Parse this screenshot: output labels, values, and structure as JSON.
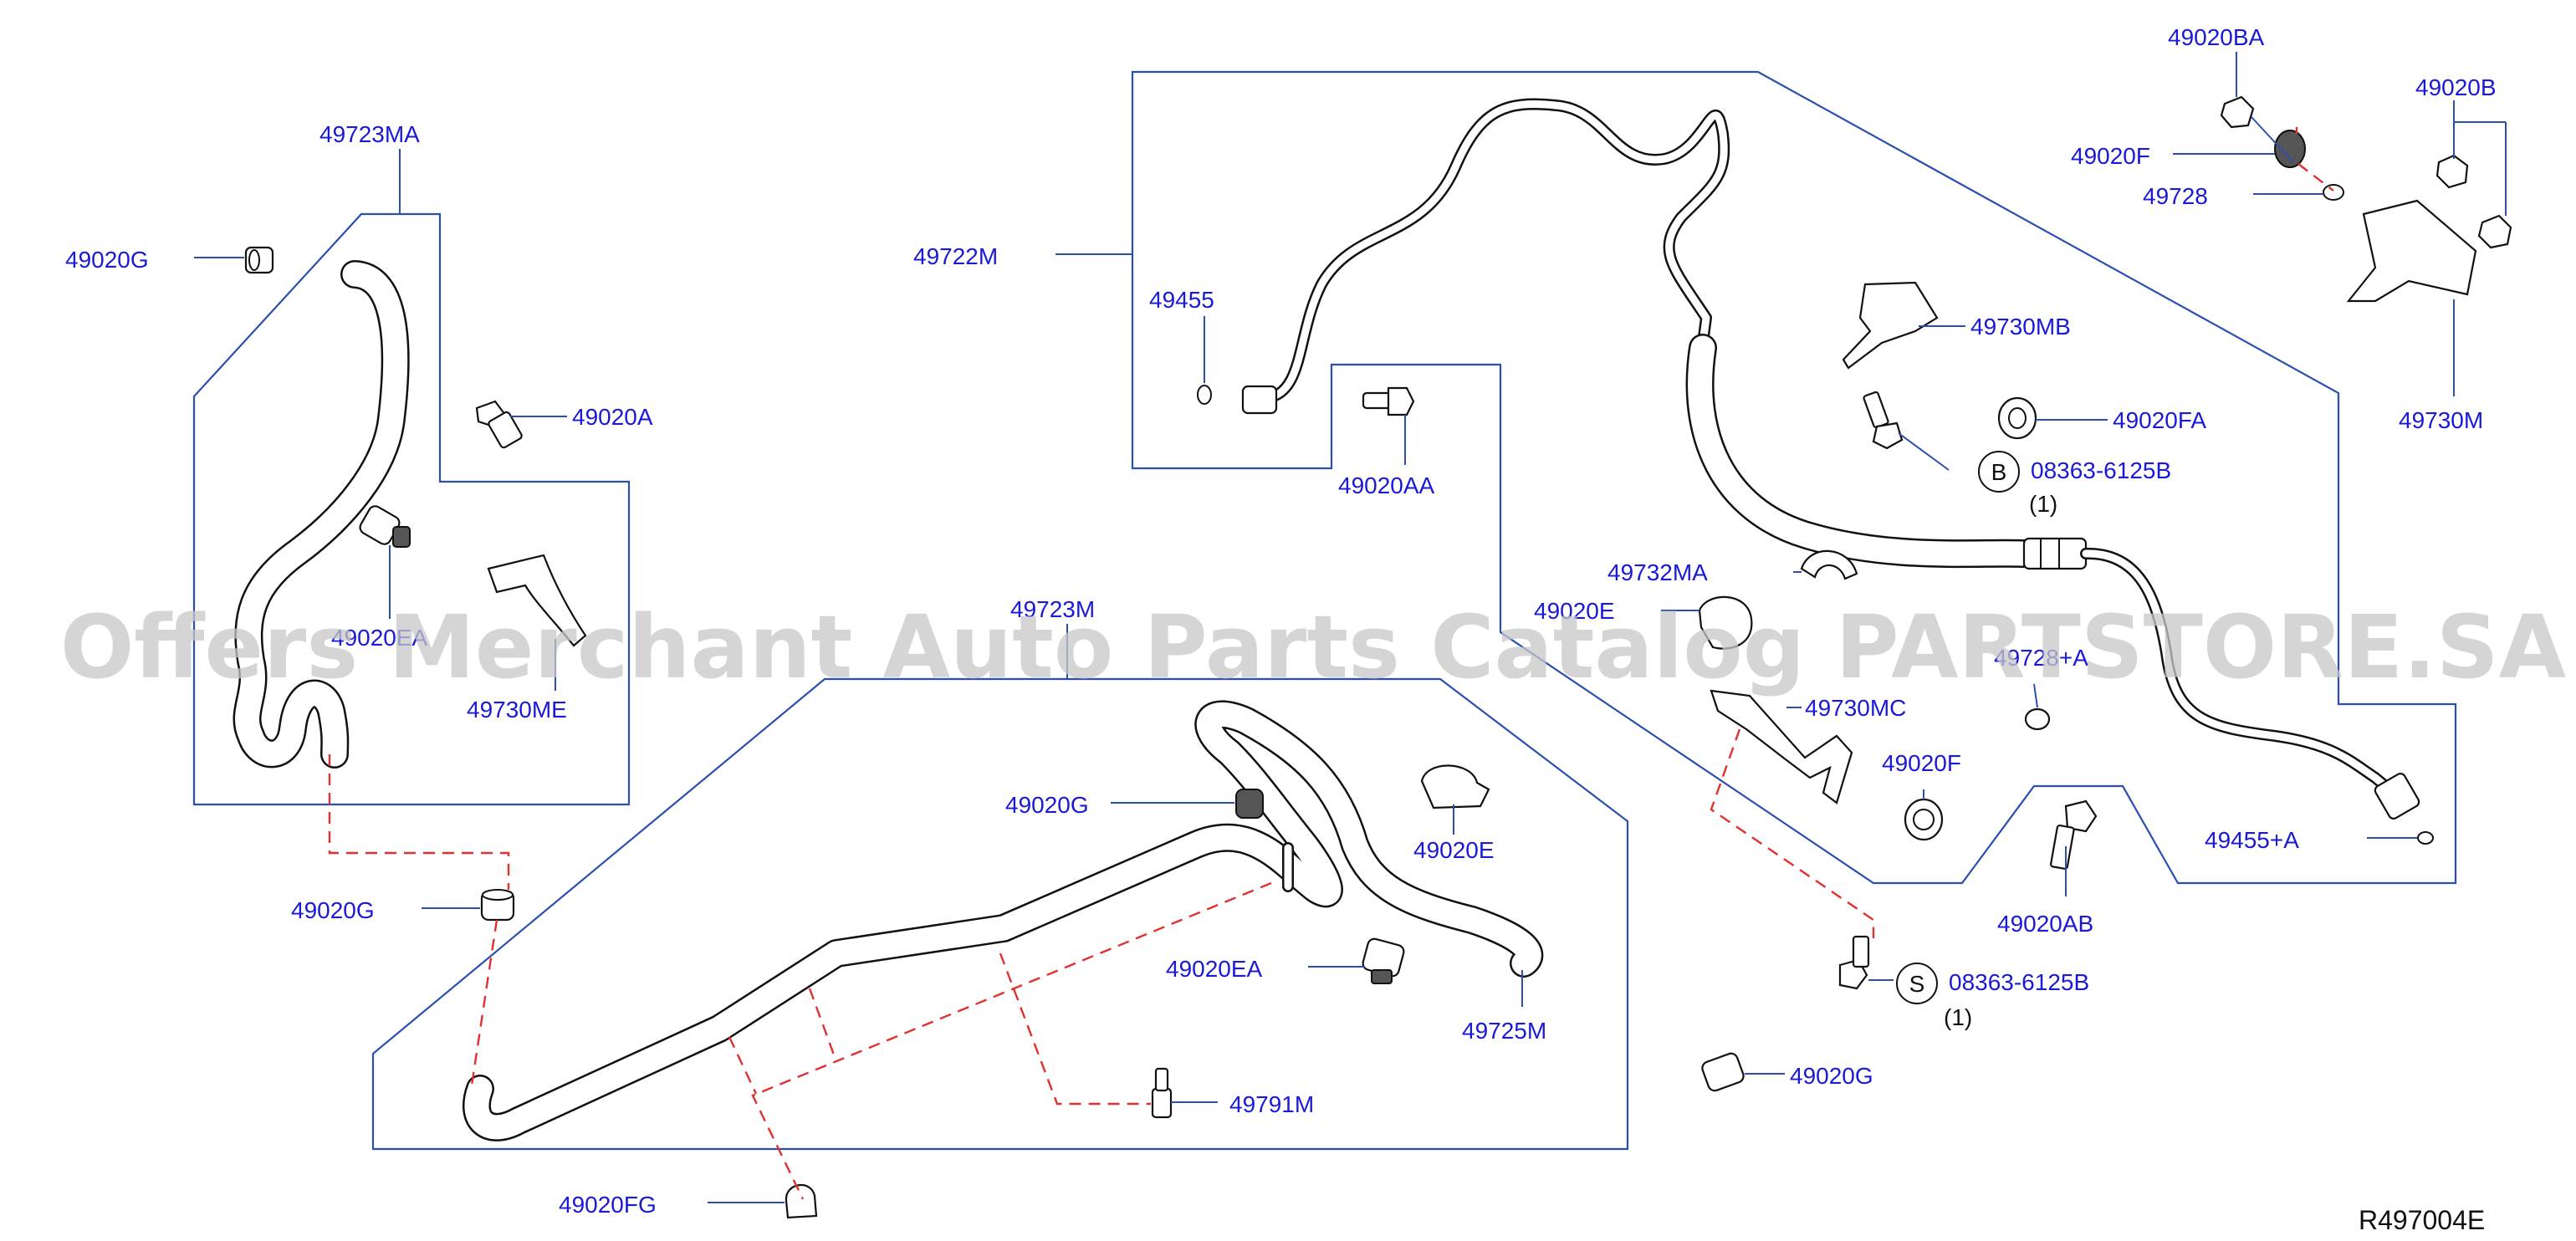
{
  "labels": {
    "p49723MA": "49723MA",
    "p49020G_1": "49020G",
    "p49020A": "49020A",
    "p49020EA_1": "49020EA",
    "p49730ME": "49730ME",
    "p49020G_2": "49020G",
    "p49722M": "49722M",
    "p49455": "49455",
    "p49020AA": "49020AA",
    "p49020BA": "49020BA",
    "p49020B": "49020B",
    "p49020F_1": "49020F",
    "p49728_1": "49728",
    "p49730MB": "49730MB",
    "p49020FA": "49020FA",
    "p08363B": "08363-6125B",
    "qtyB": "(1)",
    "p49730M": "49730M",
    "p49732MA": "49732MA",
    "p49020E_1": "49020E",
    "p49728A": "49728+A",
    "p49730MC": "49730MC",
    "p49020F_2": "49020F",
    "p49455A": "49455+A",
    "p49020AB": "49020AB",
    "p08363S": "08363-6125B",
    "qtyS": "(1)",
    "p49020G_4": "49020G",
    "p49723M": "49723M",
    "p49020G_3": "49020G",
    "p49020E_2": "49020E",
    "p49020EA_2": "49020EA",
    "p49725M": "49725M",
    "p49791M": "49791M",
    "p49020FG": "49020FG"
  },
  "callouts": {
    "b": "B",
    "s": "S"
  },
  "diagram_code": "R497004E",
  "watermark": "Offers Merchant Auto Parts Catalog PARTSTORE.SA",
  "colors": {
    "label": "#1a1ad6",
    "outline": "#2a4fb0",
    "dashed_leader": "#e03030"
  }
}
